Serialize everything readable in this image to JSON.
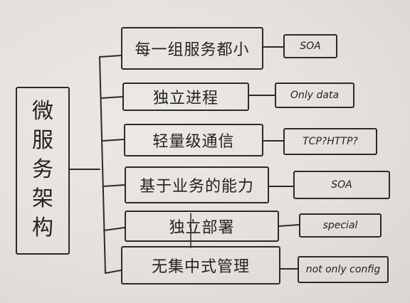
{
  "root": {
    "label": "微服务架构"
  },
  "branches": [
    {
      "label": "每一组服务都小",
      "note": "SOA"
    },
    {
      "label": "独立进程",
      "note": "Only data"
    },
    {
      "label": "轻量级通信",
      "note": "TCP?HTTP?"
    },
    {
      "label": "基于业务的能力",
      "note": "SOA"
    },
    {
      "label": "独立部署",
      "note": "special"
    },
    {
      "label": "无集中式管理",
      "note": "not only config"
    }
  ]
}
